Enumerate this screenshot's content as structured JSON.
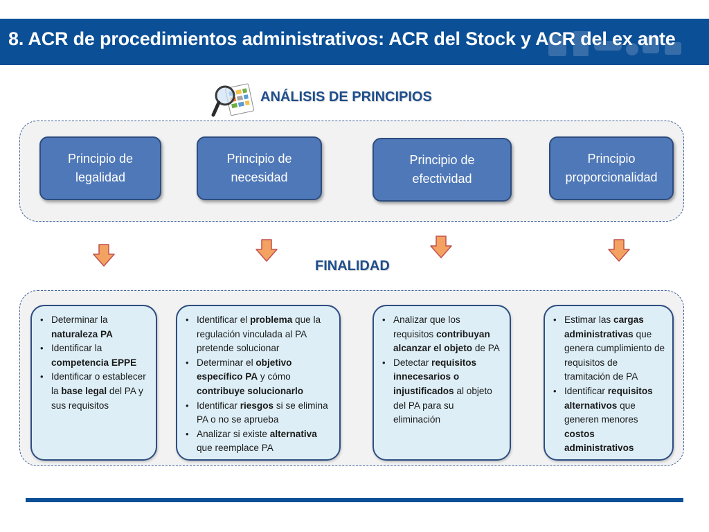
{
  "slide": {
    "title": "8. ACR de procedimientos administrativos: ACR del Stock y ACR del ex ante"
  },
  "headings": {
    "principios": "ANÁLISIS DE PRINCIPIOS",
    "finalidad": "FINALIDAD"
  },
  "principles": [
    {
      "line1": "Principio de",
      "line2": "legalidad"
    },
    {
      "line1": "Principio de",
      "line2": "necesidad"
    },
    {
      "line1": "Principio de",
      "line2": "efectividad"
    },
    {
      "line1": "Principio",
      "line2": "proporcionalidad"
    }
  ],
  "cards": [
    {
      "items": [
        [
          {
            "t": "Determinar la "
          },
          {
            "t": "naturaleza PA",
            "b": true
          }
        ],
        [
          {
            "t": "Identificar la "
          },
          {
            "t": "competencia EPPE",
            "b": true
          }
        ],
        [
          {
            "t": "Identificar o establecer la "
          },
          {
            "t": "base legal",
            "b": true
          },
          {
            "t": " del PA y sus requisitos"
          }
        ]
      ]
    },
    {
      "items": [
        [
          {
            "t": "Identificar el "
          },
          {
            "t": "problema",
            "b": true
          },
          {
            "t": " que la regulación vinculada al PA pretende solucionar"
          }
        ],
        [
          {
            "t": "Determinar el "
          },
          {
            "t": "objetivo específico PA",
            "b": true
          },
          {
            "t": " y cómo "
          },
          {
            "t": "contribuye solucionarlo",
            "b": true
          }
        ],
        [
          {
            "t": "Identificar "
          },
          {
            "t": "riesgos",
            "b": true
          },
          {
            "t": " si se elimina PA o no se aprueba"
          }
        ],
        [
          {
            "t": "Analizar si existe "
          },
          {
            "t": "alternativa",
            "b": true
          },
          {
            "t": " que reemplace PA"
          }
        ]
      ]
    },
    {
      "items": [
        [
          {
            "t": "Analizar que los requisitos "
          },
          {
            "t": "contribuyan alcanzar el objeto",
            "b": true
          },
          {
            "t": " de PA"
          }
        ],
        [
          {
            "t": "Detectar "
          },
          {
            "t": "requisitos innecesarios o injustificados",
            "b": true
          },
          {
            "t": " al objeto del PA para su eliminación"
          }
        ]
      ]
    },
    {
      "items": [
        [
          {
            "t": "Estimar las "
          },
          {
            "t": "cargas administrativas",
            "b": true
          },
          {
            "t": " que genera cumplimiento de requisitos de tramitación de PA"
          }
        ],
        [
          {
            "t": "Identificar "
          },
          {
            "t": "requisitos alternativos",
            "b": true
          },
          {
            "t": " que generen menores "
          },
          {
            "t": "costos administrativos",
            "b": true
          }
        ]
      ]
    }
  ],
  "colors": {
    "title_bar": "#0b4f96",
    "principle_box": "#4f78b8",
    "card_fill": "#ddeef6",
    "arrow_fill": "#f4a261",
    "heading_text": "#1f4e8c"
  },
  "icons": {
    "magnifier": "magnifier-document-icon",
    "arrow": "down-arrow-icon"
  }
}
